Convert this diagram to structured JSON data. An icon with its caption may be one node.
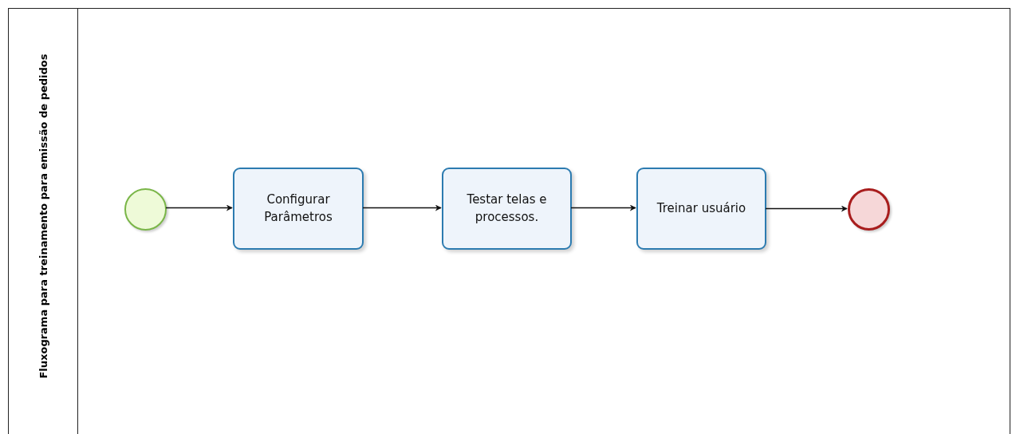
{
  "diagram": {
    "nodes": [
      {
        "text": [
          "Fluxograma para treinamento para emissão de pedidos"
        ]
      },
      {
        "text": [],
        "shape": "circle",
        "in": 0
      },
      {
        "text": [
          "Configurar Parâmetros"
        ],
        "in": 0
      },
      {
        "text": [
          "Testar telas e processos."
        ],
        "in": 0
      },
      {
        "text": [
          "Treinar usuário"
        ],
        "in": 0
      },
      {
        "text": [],
        "shape": "circle",
        "in": 0
      }
    ],
    "edges": [
      {
        "from": 1,
        "to": 2,
        "arrow": "to"
      },
      {
        "from": 2,
        "to": 3,
        "arrow": "to"
      },
      {
        "from": 3,
        "to": 4,
        "arrow": "to"
      },
      {
        "from": 4,
        "to": 5,
        "arrow": "to"
      }
    ]
  }
}
